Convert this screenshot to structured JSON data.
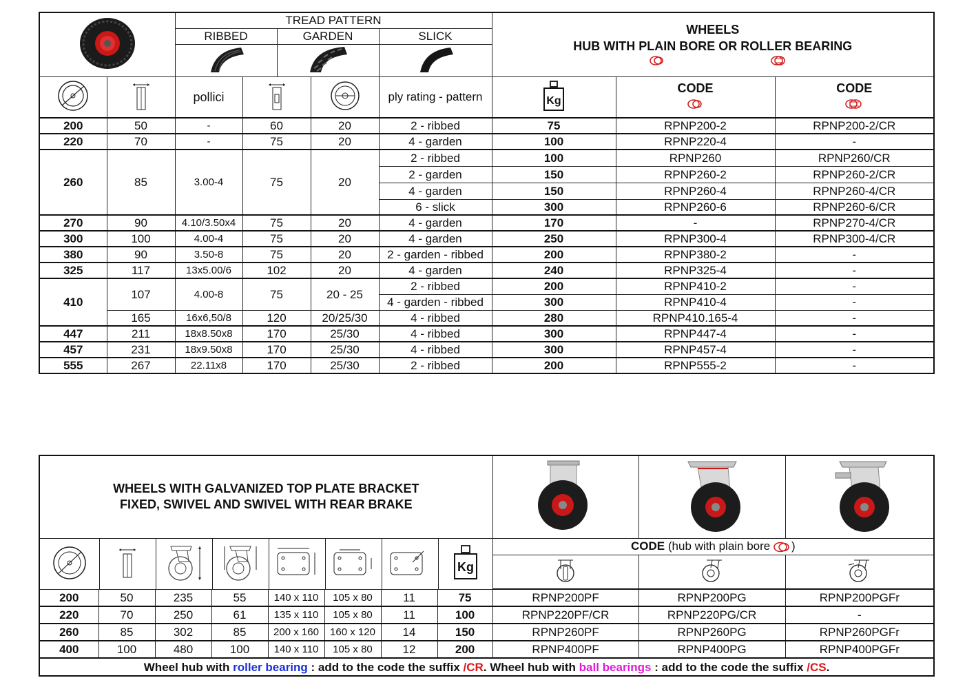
{
  "table1": {
    "tread_pattern_label": "TREAD PATTERN",
    "tread_types": [
      "RIBBED",
      "GARDEN",
      "SLICK"
    ],
    "title_line1": "WHEELS",
    "title_line2": "HUB WITH PLAIN BORE OR ROLLER BEARING",
    "col_pollici": "pollici",
    "col_ply": "ply rating - pattern",
    "col_kg": "Kg",
    "col_code1": "CODE",
    "col_code2": "CODE",
    "rows": [
      {
        "dia": "200",
        "w": "50",
        "in": "-",
        "hub": "60",
        "bore": "20",
        "ply": "2 - ribbed",
        "kg": "75",
        "code": "RPNP200-2",
        "cr": "RPNP200-2/CR"
      },
      {
        "dia": "220",
        "w": "70",
        "in": "-",
        "hub": "75",
        "bore": "20",
        "ply": "4 - garden",
        "kg": "100",
        "code": "RPNP220-4",
        "cr": "-"
      },
      {
        "dia": "260",
        "w": "85",
        "in": "3.00-4",
        "hub": "75",
        "bore": "20",
        "ply": "2 - ribbed",
        "kg": "100",
        "code": "RPNP260",
        "cr": "RPNP260/CR"
      },
      {
        "ply": "2 - garden",
        "kg": "150",
        "code": "RPNP260-2",
        "cr": "RPNP260-2/CR"
      },
      {
        "ply": "4 - garden",
        "kg": "150",
        "code": "RPNP260-4",
        "cr": "RPNP260-4/CR"
      },
      {
        "ply": "6 - slick",
        "kg": "300",
        "code": "RPNP260-6",
        "cr": "RPNP260-6/CR"
      },
      {
        "dia": "270",
        "w": "90",
        "in": "4.10/3.50x4",
        "hub": "75",
        "bore": "20",
        "ply": "4 - garden",
        "kg": "170",
        "code": "-",
        "cr": "RPNP270-4/CR"
      },
      {
        "dia": "300",
        "w": "100",
        "in": "4.00-4",
        "hub": "75",
        "bore": "20",
        "ply": "4 - garden",
        "kg": "250",
        "code": "RPNP300-4",
        "cr": "RPNP300-4/CR"
      },
      {
        "dia": "380",
        "w": "90",
        "in": "3.50-8",
        "hub": "75",
        "bore": "20",
        "ply": "2 - garden - ribbed",
        "kg": "200",
        "code": "RPNP380-2",
        "cr": "-"
      },
      {
        "dia": "325",
        "w": "117",
        "in": "13x5.00/6",
        "hub": "102",
        "bore": "20",
        "ply": "4 - garden",
        "kg": "240",
        "code": "RPNP325-4",
        "cr": "-"
      },
      {
        "dia": "410",
        "w": "107",
        "in": "4.00-8",
        "hub": "75",
        "bore": "20 - 25",
        "ply": "2 - ribbed",
        "kg": "200",
        "code": "RPNP410-2",
        "cr": "-"
      },
      {
        "ply": "4 - garden - ribbed",
        "kg": "300",
        "code": "RPNP410-4",
        "cr": "-"
      },
      {
        "w": "165",
        "in": "16x6,50/8",
        "hub": "120",
        "bore": "20/25/30",
        "ply": "4 - ribbed",
        "kg": "280",
        "code": "RPNP410.165-4",
        "cr": "-"
      },
      {
        "dia": "447",
        "w": "211",
        "in": "18x8.50x8",
        "hub": "170",
        "bore": "25/30",
        "ply": "4 - ribbed",
        "kg": "300",
        "code": "RPNP447-4",
        "cr": "-"
      },
      {
        "dia": "457",
        "w": "231",
        "in": "18x9.50x8",
        "hub": "170",
        "bore": "25/30",
        "ply": "4 - ribbed",
        "kg": "300",
        "code": "RPNP457-4",
        "cr": "-"
      },
      {
        "dia": "555",
        "w": "267",
        "in": "22.11x8",
        "hub": "170",
        "bore": "25/30",
        "ply": "2 - ribbed",
        "kg": "200",
        "code": "RPNP555-2",
        "cr": "-"
      }
    ]
  },
  "table2": {
    "title_line1": "WHEELS WITH GALVANIZED TOP PLATE BRACKET",
    "title_line2": "FIXED, SWIVEL AND SWIVEL WITH REAR BRAKE",
    "code_label": "CODE",
    "code_note_open": " (hub with plain bore ",
    "code_note_close": ")",
    "col_kg": "Kg",
    "rows": [
      {
        "dia": "200",
        "w": "50",
        "h1": "235",
        "h2": "55",
        "plate": "140 x 110",
        "holes": "105 x 80",
        "bolt": "11",
        "kg": "75",
        "pf": "RPNP200PF",
        "pg": "RPNP200PG",
        "pgfr": "RPNP200PGFr"
      },
      {
        "dia": "220",
        "w": "70",
        "h1": "250",
        "h2": "61",
        "plate": "135 x 110",
        "holes": "105 x 80",
        "bolt": "11",
        "kg": "100",
        "pf": "RPNP220PF/CR",
        "pg": "RPNP220PG/CR",
        "pgfr": "-"
      },
      {
        "dia": "260",
        "w": "85",
        "h1": "302",
        "h2": "85",
        "plate": "200 x 160",
        "holes": "160 x 120",
        "bolt": "14",
        "kg": "150",
        "pf": "RPNP260PF",
        "pg": "RPNP260PG",
        "pgfr": "RPNP260PGFr"
      },
      {
        "dia": "400",
        "w": "100",
        "h1": "480",
        "h2": "100",
        "plate": "140 x 110",
        "holes": "105 x 80",
        "bolt": "12",
        "kg": "200",
        "pf": "RPNP400PF",
        "pg": "RPNP400PG",
        "pgfr": "RPNP400PGFr"
      }
    ],
    "footer": {
      "p1": "Wheel hub with ",
      "roller": "roller bearing",
      "p2": "  : add to the code the suffix ",
      "cr": "/CR",
      "p3": ".  Wheel hub with ",
      "ball": "ball bearings",
      "p4": "  : add to the code the suffix ",
      "cs": "/CS",
      "p5": "."
    }
  },
  "colors": {
    "roller_text": "#1a32d6",
    "ball_text": "#e21ad6",
    "suffix_red": "#d81a1a",
    "hub_red": "#d42020"
  }
}
